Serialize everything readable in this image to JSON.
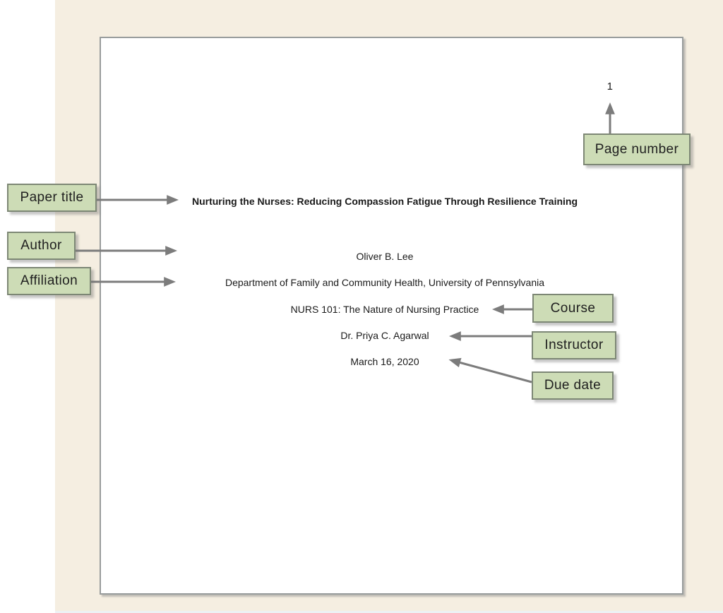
{
  "doc": {
    "page_number": "1",
    "title": "Nurturing the Nurses: Reducing Compassion Fatigue Through Resilience Training",
    "author": "Oliver B. Lee",
    "affiliation": "Department of Family and Community Health, University of Pennsylvania",
    "course": "NURS 101: The Nature of Nursing Practice",
    "instructor": "Dr. Priya C. Agarwal",
    "due_date": "March 16, 2020"
  },
  "labels": {
    "page_number": "Page number",
    "paper_title": "Paper title",
    "author": "Author",
    "affiliation": "Affiliation",
    "course": "Course",
    "instructor": "Instructor",
    "due_date": "Due date"
  },
  "colors": {
    "background": "#f5eee1",
    "page_background": "#ffffff",
    "page_border": "#989c9c",
    "label_fill": "#cddcb6",
    "label_border": "#7d8775",
    "label_text": "#1f1f1f",
    "arrow": "#7c7c7c",
    "document_text": "#1a1a1a"
  }
}
